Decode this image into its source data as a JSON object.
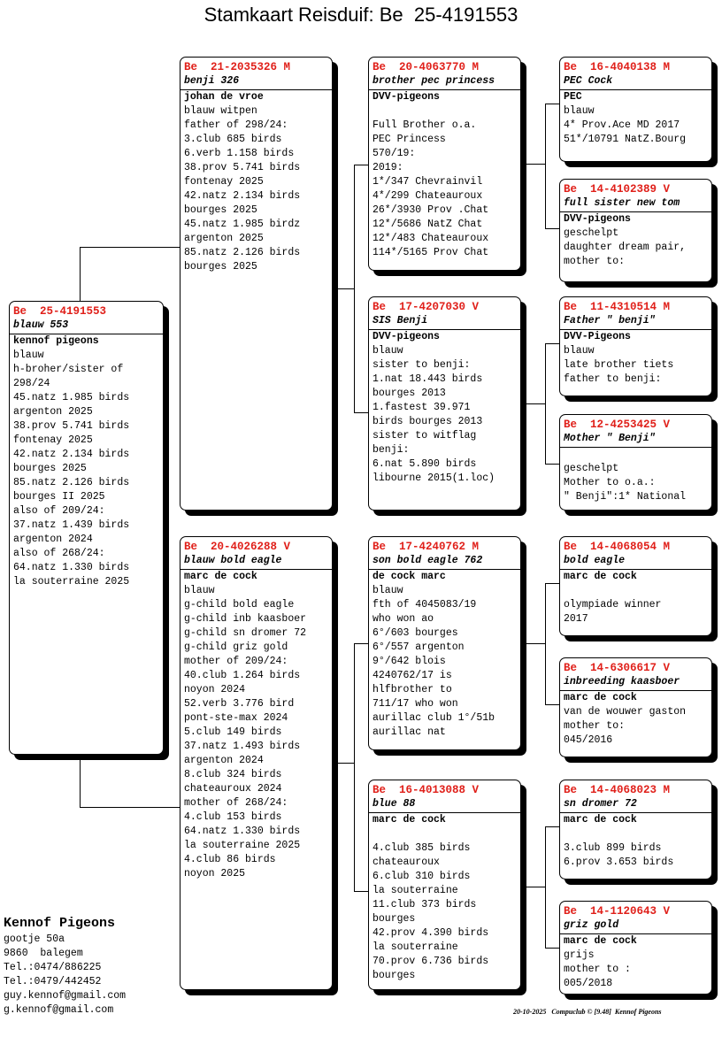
{
  "title": "Stamkaart Reisduif: Be  25-4191553",
  "pigeons": {
    "subject": {
      "ring": "Be  25-4191553",
      "name": "blauw 553",
      "lines": [
        "kennof pigeons",
        "blauw",
        "h-broher/sister of",
        "298/24",
        "45.natz 1.985 birds",
        "argenton 2025",
        "38.prov 5.741 birds",
        "fontenay 2025",
        "42.natz 2.134 birds",
        "bourges 2025",
        "85.natz 2.126 birds",
        "bourges II 2025",
        "also of 209/24:",
        "37.natz 1.439 birds",
        "argenton 2024",
        "also of 268/24:",
        "64.natz 1.330 birds",
        "la souterraine 2025"
      ]
    },
    "sire": {
      "ring": "Be  21-2035326 M",
      "name": "benji 326",
      "lines": [
        "johan de vroe",
        "blauw witpen",
        "father of 298/24:",
        "3.club 685 birds",
        "6.verb 1.158 birds",
        "38.prov 5.741 birds",
        "fontenay 2025",
        "42.natz 2.134 birds",
        "bourges 2025",
        "45.natz 1.985 birdz",
        "argenton 2025",
        "85.natz 2.126 birds",
        "bourges 2025"
      ]
    },
    "dam": {
      "ring": "Be  20-4026288 V",
      "name": "blauw bold eagle",
      "lines": [
        "marc de cock",
        "blauw",
        "g-child bold eagle",
        "g-child inb kaasboer",
        "g-child sn dromer 72",
        "g-child griz gold",
        "mother of 209/24:",
        "40.club 1.264 birds",
        "noyon 2024",
        "52.verb 3.776 bird",
        "pont-ste-max 2024",
        "5.club 149 birds",
        "37.natz 1.493 birds",
        "argenton 2024",
        "8.club 324 birds",
        "chateauroux 2024",
        "mother of 268/24:",
        "4.club 153 birds",
        "64.natz 1.330 birds",
        "la souterraine 2025",
        "4.club 86 birds",
        "noyon 2025"
      ]
    },
    "ss": {
      "ring": "Be  20-4063770 M",
      "name": "brother pec princess",
      "lines": [
        "DVV-pigeons",
        "",
        "Full Brother o.a.",
        "PEC Princess",
        "570/19:",
        "2019:",
        "1*/347 Chevrainvil",
        "4*/299 Chateauroux",
        "26*/3930 Prov .Chat",
        "12*/5686 NatZ Chat",
        "12*/483 Chateauroux",
        "114*/5165 Prov Chat"
      ]
    },
    "sd": {
      "ring": "Be  17-4207030 V",
      "name": "SIS Benji",
      "lines": [
        "DVV-pigeons",
        "blauw",
        "sister to benji:",
        "1.nat 18.443 birds",
        "bourges 2013",
        "1.fastest 39.971",
        "birds bourges 2013",
        "sister to witflag",
        "benji:",
        "6.nat 5.890 birds",
        "libourne 2015(1.loc)"
      ]
    },
    "ds": {
      "ring": "Be  17-4240762 M",
      "name": "son bold eagle 762",
      "lines": [
        "de cock marc",
        "blauw",
        "fth of 4045083/19",
        "who won ao",
        "6°/603 bourges",
        "6°/557 argenton",
        "9°/642 blois",
        "4240762/17 is",
        "hlfbrother to",
        "711/17 who won",
        "aurillac club 1°/51b",
        "aurillac nat"
      ]
    },
    "dd": {
      "ring": "Be  16-4013088 V",
      "name": "blue 88",
      "lines": [
        "marc de cock",
        "",
        "4.club 385 birds",
        "chateauroux",
        "6.club 310 birds",
        "la souterraine",
        "11.club 373 birds",
        "bourges",
        "42.prov 4.390 birds",
        "la souterraine",
        "70.prov 6.736 birds",
        "bourges"
      ]
    },
    "sss": {
      "ring": "Be  16-4040138 M",
      "name": "PEC Cock",
      "lines": [
        "PEC",
        "blauw",
        "4* Prov.Ace MD 2017",
        "51*/10791 NatZ.Bourg"
      ]
    },
    "ssd": {
      "ring": "Be  14-4102389 V",
      "name": "full sister new tom",
      "lines": [
        "DVV-pigeons",
        "geschelpt",
        "daughter dream pair,",
        "mother to:"
      ]
    },
    "sds": {
      "ring": "Be  11-4310514 M",
      "name": "Father \" benji\"",
      "lines": [
        "DVV-Pigeons",
        "blauw",
        "late brother tiets",
        "father to benji:"
      ]
    },
    "sdd": {
      "ring": "Be  12-4253425 V",
      "name": "Mother \" Benji\"",
      "lines": [
        "",
        "geschelpt",
        "Mother to o.a.:",
        "\" Benji\":1* National"
      ]
    },
    "dss": {
      "ring": "Be  14-4068054 M",
      "name": "bold eagle",
      "lines": [
        "marc de cock",
        "",
        "olympiade winner",
        "2017"
      ]
    },
    "dsd": {
      "ring": "Be  14-6306617 V",
      "name": "inbreeding kaasboer",
      "lines": [
        "marc de cock",
        "van de wouwer gaston",
        "mother to:",
        "045/2016"
      ]
    },
    "dds": {
      "ring": "Be  14-4068023 M",
      "name": "sn dromer 72",
      "lines": [
        "marc de cock",
        "",
        "3.club 899 birds",
        "6.prov 3.653 birds"
      ]
    },
    "ddd": {
      "ring": "Be  14-1120643 V",
      "name": "griz gold",
      "lines": [
        "marc de cock",
        "grijs",
        "mother to :",
        "005/2018"
      ]
    }
  },
  "breeder": {
    "name": "Kennof Pigeons",
    "lines": [
      "gootje 50a",
      "9860  balegem",
      "Tel.:0474/886225",
      "Tel.:0479/442452",
      "guy.kennof@gmail.com",
      "g.kennof@gmail.com"
    ]
  },
  "footer": "20-10-2025   Compuclub © [9.48]  Kennof Pigeons"
}
